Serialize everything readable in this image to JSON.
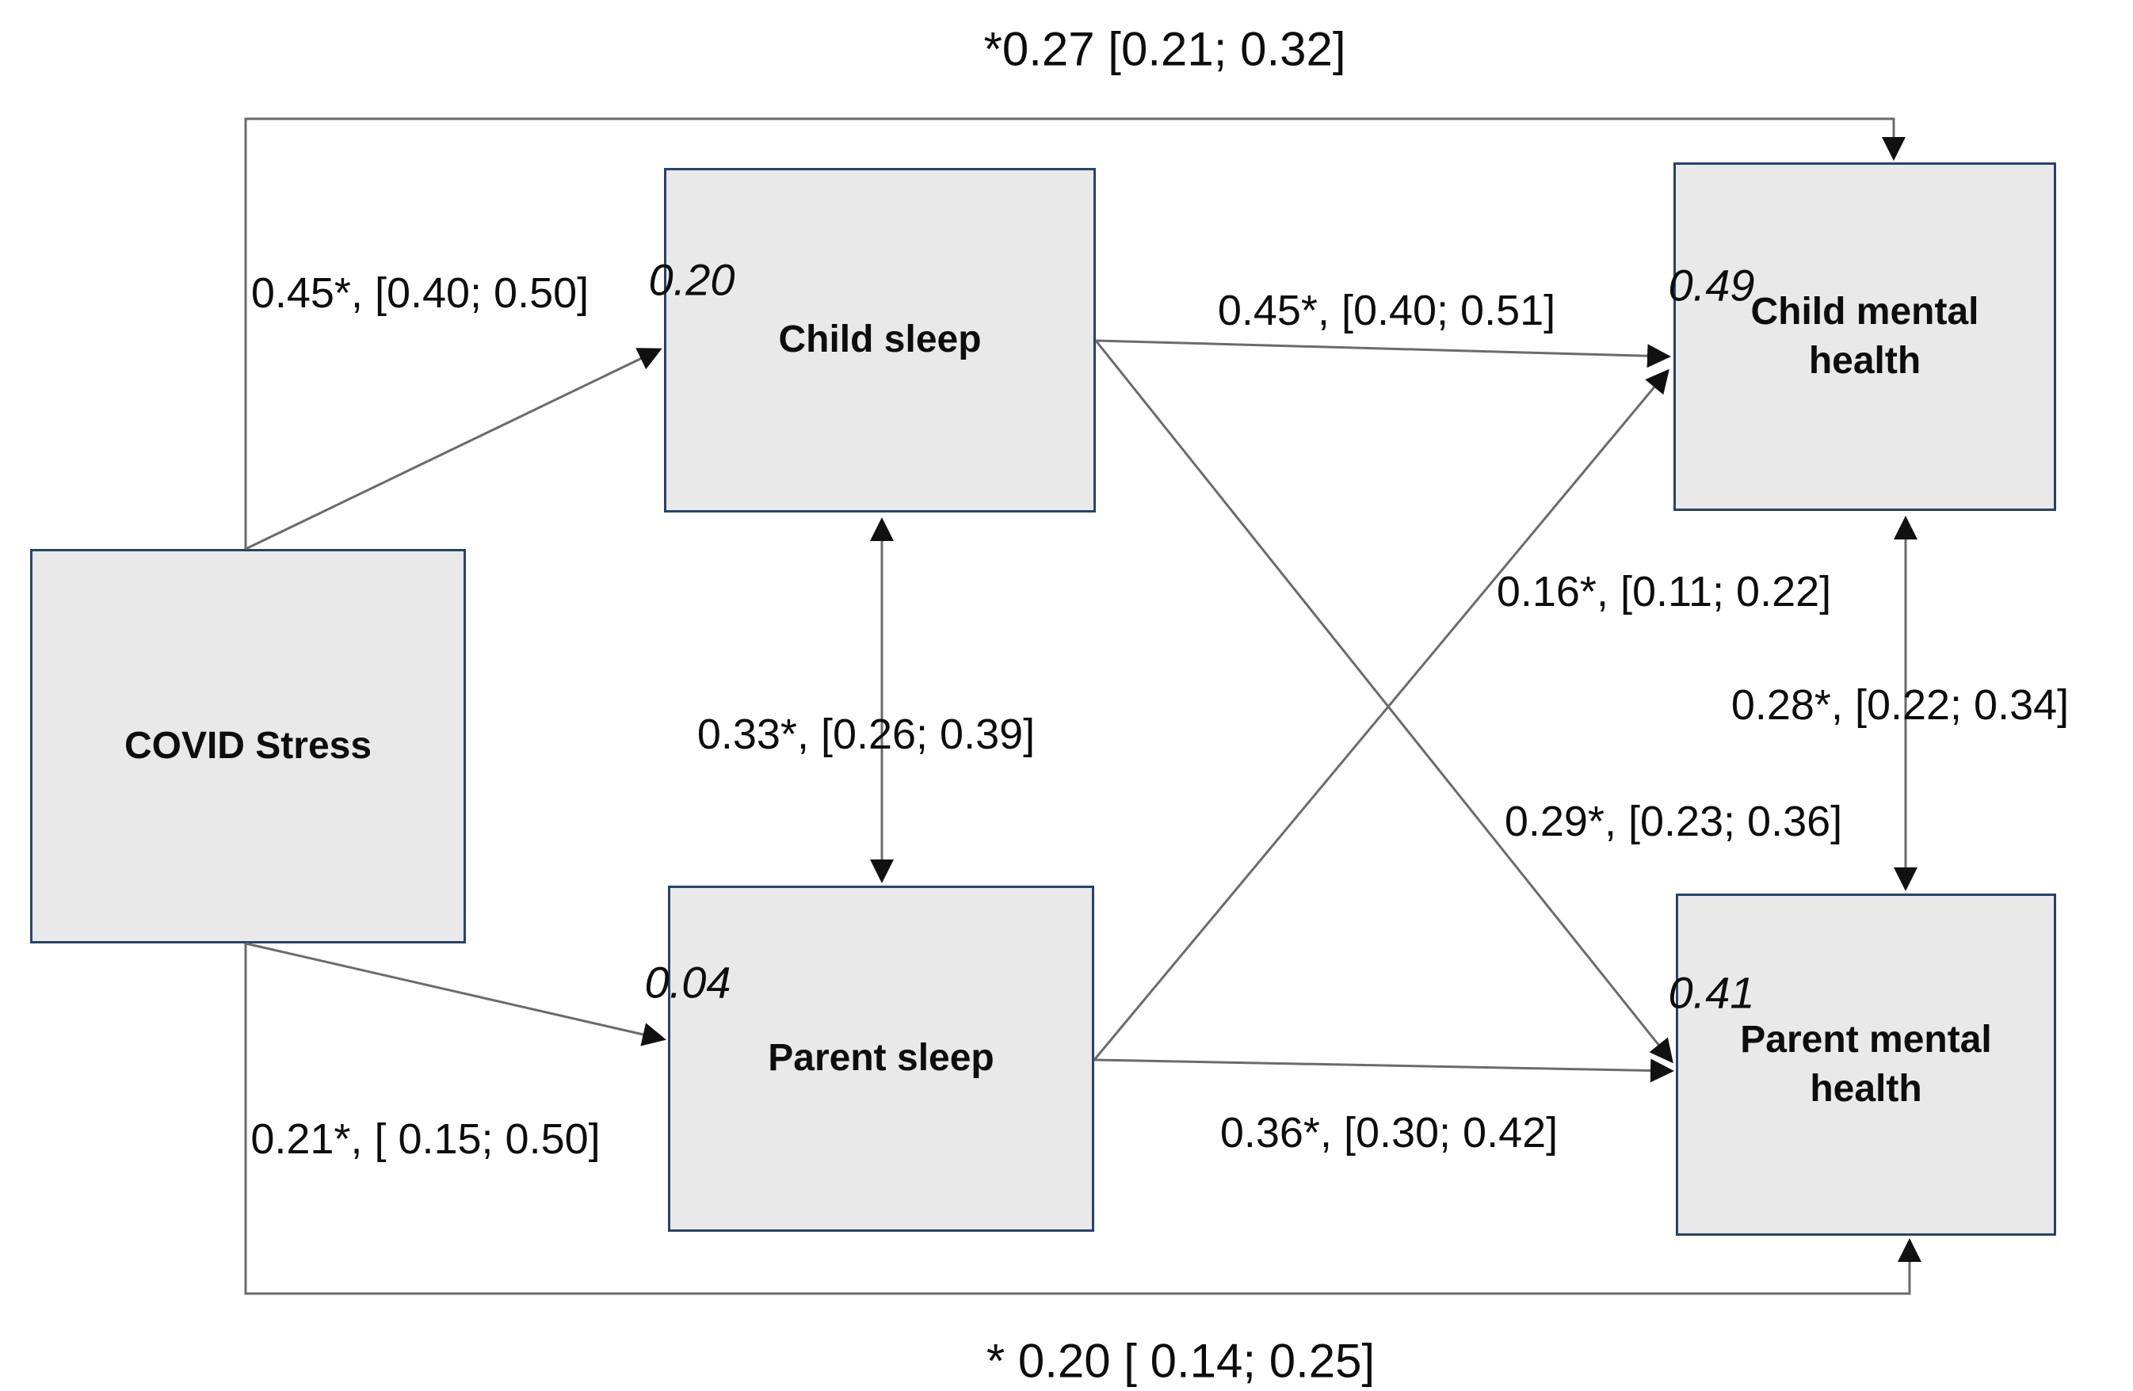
{
  "palette": {
    "box_fill": "#e9e9e9",
    "box_border": "#27436b",
    "line_color": "#6b6b6b",
    "arrow_color": "#111111",
    "text_color": "#0d0d0d",
    "background": "#ffffff"
  },
  "nodes": {
    "covid_stress": {
      "label": "COVID Stress"
    },
    "child_sleep": {
      "label": "Child sleep",
      "r2": "0.20"
    },
    "parent_sleep": {
      "label": "Parent sleep",
      "r2": "0.04"
    },
    "child_mental_health": {
      "label": "Child mental health",
      "r2": "0.49"
    },
    "parent_mental_health": {
      "label": "Parent mental health",
      "r2": "0.41"
    }
  },
  "edges": {
    "covid_to_child_sleep": {
      "from": "COVID Stress",
      "to": "Child sleep",
      "type": "directed",
      "label": "0.45*, [0.40; 0.50]"
    },
    "covid_to_parent_sleep": {
      "from": "COVID Stress",
      "to": "Parent sleep",
      "type": "directed",
      "label": "0.21*, [ 0.15; 0.50]"
    },
    "covid_to_child_mental_health": {
      "from": "COVID Stress",
      "to": "Child mental health",
      "type": "directed",
      "label": "*0.27 [0.21; 0.32]"
    },
    "covid_to_parent_mental_health": {
      "from": "COVID Stress",
      "to": "Parent mental health",
      "type": "directed",
      "label": "* 0.20 [ 0.14; 0.25]"
    },
    "child_sleep_to_child_mental_health": {
      "from": "Child sleep",
      "to": "Child mental health",
      "type": "directed",
      "label": "0.45*, [0.40; 0.51]"
    },
    "child_sleep_to_parent_mental_health": {
      "from": "Child sleep",
      "to": "Parent mental health",
      "type": "directed",
      "label": "0.29*, [0.23; 0.36]"
    },
    "parent_sleep_to_parent_mental_health": {
      "from": "Parent sleep",
      "to": "Parent mental health",
      "type": "directed",
      "label": "0.36*, [0.30; 0.42]"
    },
    "parent_sleep_to_child_mental_health": {
      "from": "Parent sleep",
      "to": "Child mental health",
      "type": "directed",
      "label": "0.16*, [0.11; 0.22]"
    },
    "child_sleep_parent_sleep_covariance": {
      "from": "Child sleep",
      "to": "Parent sleep",
      "type": "bidirectional",
      "label": "0.33*, [0.26; 0.39]"
    },
    "child_mh_parent_mh_covariance": {
      "from": "Child mental health",
      "to": "Parent mental health",
      "type": "bidirectional",
      "label": "0.28*, [0.22; 0.34]"
    }
  }
}
